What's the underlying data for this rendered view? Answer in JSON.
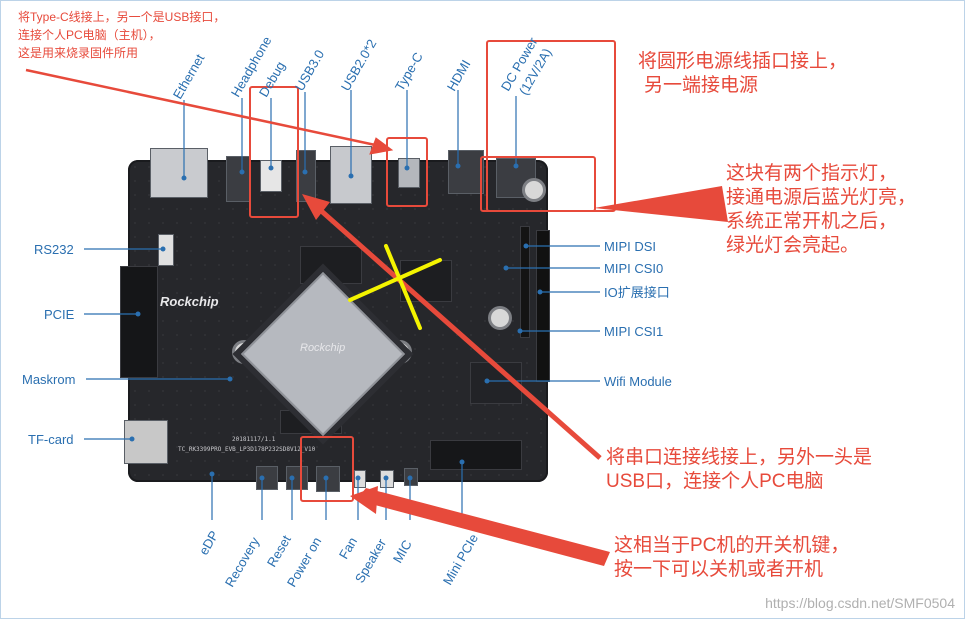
{
  "labels": {
    "ethernet": "Ethernet",
    "headphone": "Headphone",
    "debug": "Debug",
    "usb30": "USB3.0",
    "usb20": "USB2.0*2",
    "typec": "Type-C",
    "hdmi": "HDMI",
    "dc_power": "DC Power",
    "dc_power_spec": "(12V/2A)",
    "rs232": "RS232",
    "pcie": "PCIE",
    "maskrom": "Maskrom",
    "tfcard": "TF-card",
    "mipi_dsi": "MIPI DSI",
    "mipi_csi0": "MIPI CSI0",
    "io": "IO扩展接口",
    "mipi_csi1": "MIPI CSI1",
    "wifi": "Wifi Module",
    "edp": "eDP",
    "recovery": "Recovery",
    "reset": "Reset",
    "power_on": "Power on",
    "fan": "Fan",
    "speaker": "Speaker",
    "mic": "MIC",
    "mini_pcie": "Mini PCIe"
  },
  "board": {
    "logo": "Rockchip",
    "soc_label": "Rockchip",
    "silk_1": "20181117/1.1",
    "silk_2": "TC_RK3399PRO_EVB_LP3D178P232SD8V12_V10"
  },
  "annotations": {
    "typec_note": [
      "将Type-C线接上，另一个是USB接口，",
      "连接个人PC电脑（主机），",
      "这是用来烧录固件所用"
    ],
    "power_note": [
      "将圆形电源线插口接上，",
      "另一端接电源"
    ],
    "led_note": [
      "这块有两个指示灯，",
      "接通电源后蓝光灯亮，",
      "系统正常开机之后，",
      "绿光灯会亮起。"
    ],
    "serial_note": [
      "将串口连接线接上，另外一头是",
      "USB口，连接个人PC电脑"
    ],
    "power_key_note": [
      "这相当于PC机的开关机键，",
      "按一下可以关机或者开机"
    ]
  },
  "watermark": "https://blog.csdn.net/SMF0504",
  "colors": {
    "annotation_red": "#e74a3b",
    "label_blue": "#2a6fb0",
    "cross_yellow": "#f4f400"
  }
}
